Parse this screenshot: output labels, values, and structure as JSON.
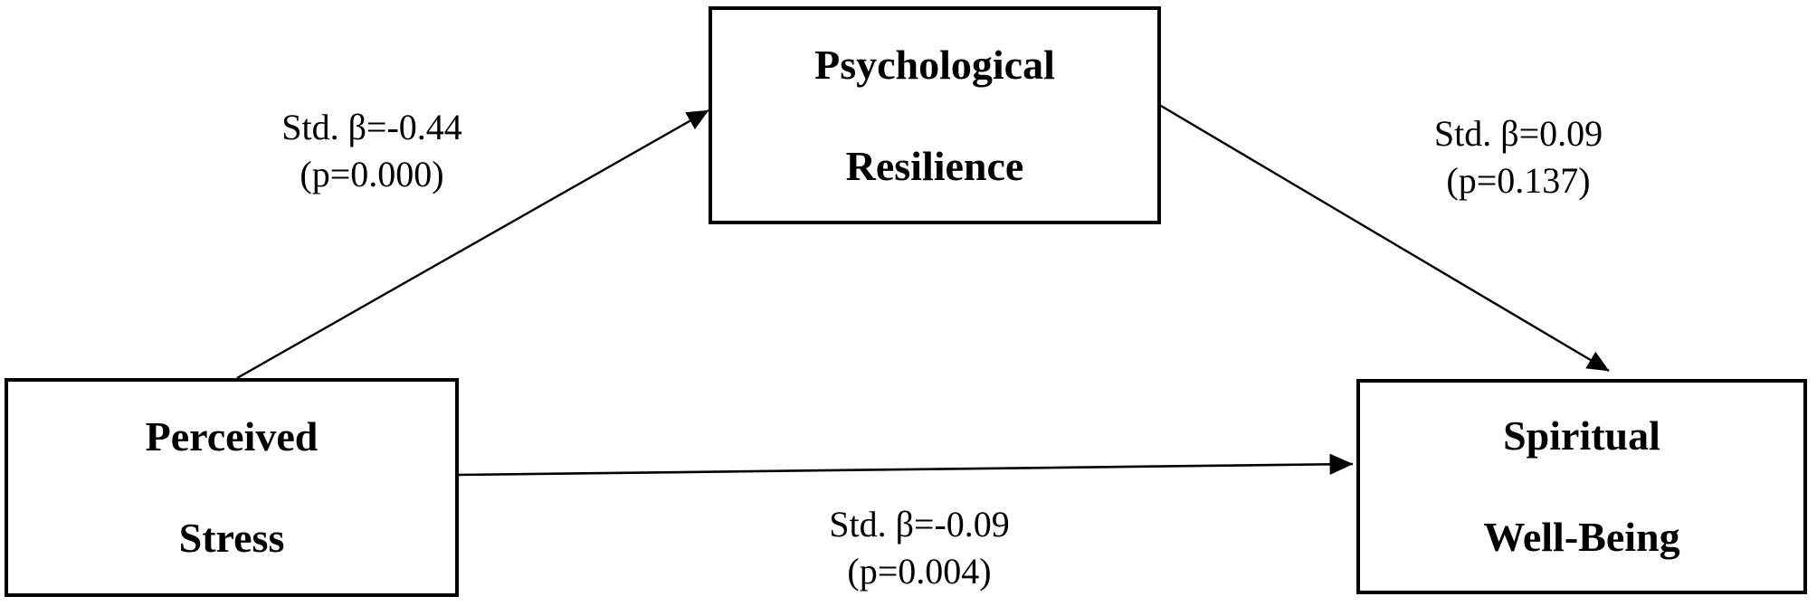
{
  "diagram": {
    "boxes": {
      "perceived_stress": {
        "line1": "Perceived",
        "line2": "Stress"
      },
      "psychological_resilience": {
        "line1": "Psychological",
        "line2": "Resilience"
      },
      "spiritual_well_being": {
        "line1": "Spiritual",
        "line2": "Well-Being"
      }
    },
    "path_labels": {
      "stress_to_resilience": {
        "line1": "Std. β=-0.44",
        "line2": "(p=0.000)"
      },
      "resilience_to_wellbeing": {
        "line1": "Std. β=0.09",
        "line2": "(p=0.137)"
      },
      "stress_to_wellbeing": {
        "line1": "Std. β=-0.09",
        "line2": "(p=0.004)"
      }
    },
    "colors": {
      "background": "#ffffff",
      "box_fill": "#ffffff",
      "box_border": "#000000",
      "arrow": "#000000",
      "text": "#000000"
    }
  }
}
